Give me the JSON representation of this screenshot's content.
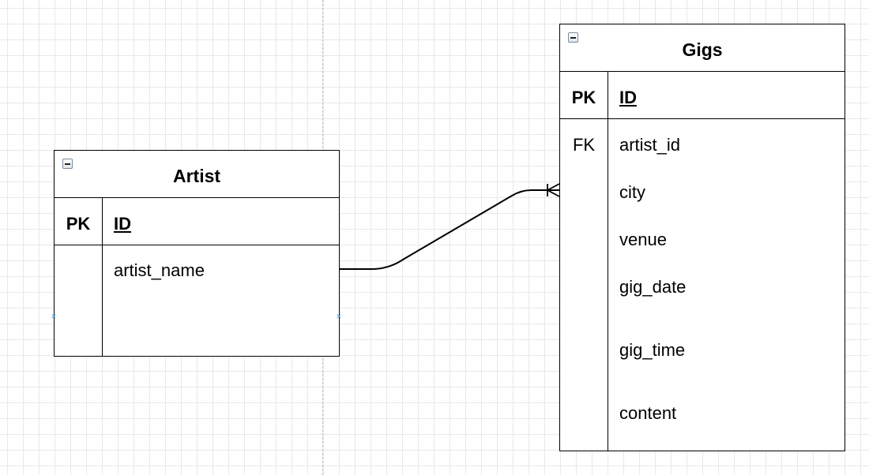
{
  "diagram": {
    "entities": {
      "artist": {
        "title": "Artist",
        "pk_label": "PK",
        "pk_field": "ID",
        "fields": [
          {
            "key": "",
            "name": "artist_name"
          }
        ]
      },
      "gigs": {
        "title": "Gigs",
        "pk_label": "PK",
        "pk_field": "ID",
        "fields": [
          {
            "key": "FK",
            "name": "artist_id"
          },
          {
            "key": "",
            "name": "city"
          },
          {
            "key": "",
            "name": "venue"
          },
          {
            "key": "",
            "name": "gig_date"
          },
          {
            "key": "",
            "name": "gig_time"
          },
          {
            "key": "",
            "name": "content"
          }
        ]
      }
    },
    "relationship": {
      "from": "Artist",
      "to": "Gigs",
      "from_end": "plain",
      "to_end": "one-or-many"
    },
    "colors": {
      "stroke": "#000000",
      "grid": "#e8e8e8",
      "connection_point": "#3aa3e3"
    }
  }
}
